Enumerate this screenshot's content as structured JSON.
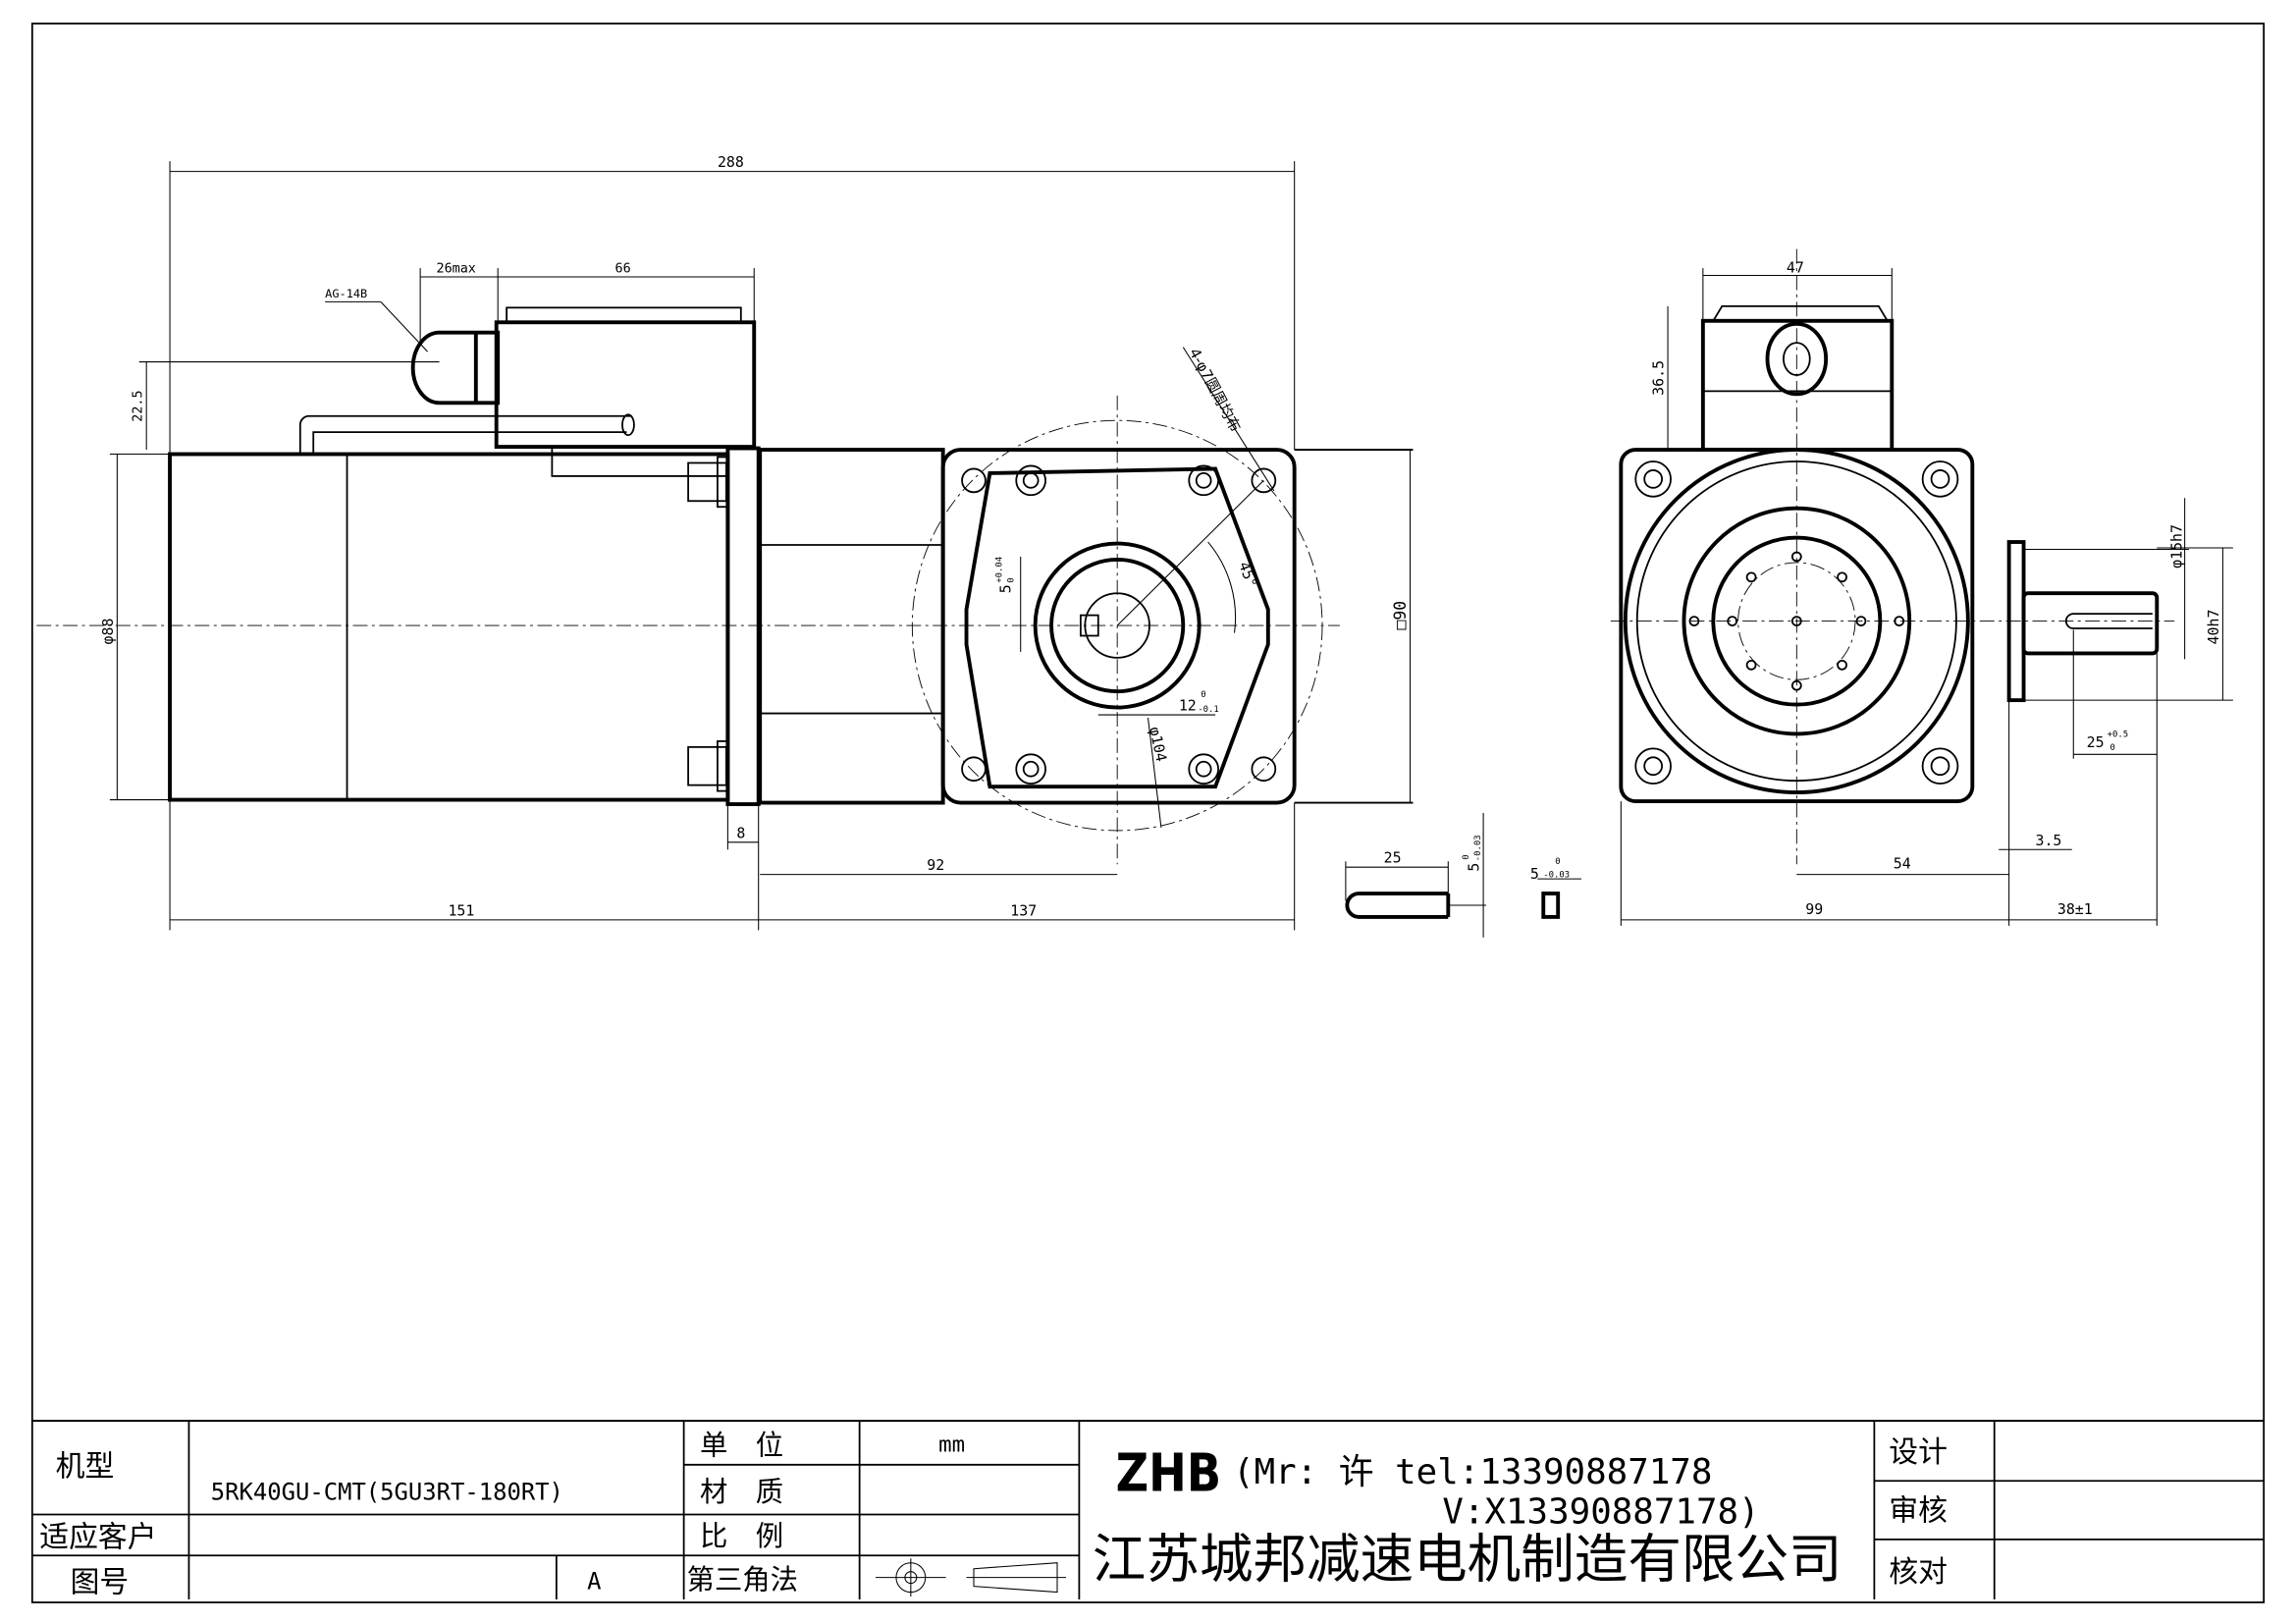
{
  "drawing": {
    "side_view": {
      "dim_overall": "288",
      "dim_gland": "26max",
      "dim_box": "66",
      "gland_label": "AG-14B",
      "dim_box_height": "22.5",
      "dim_motor_dia": "φ88",
      "dim_flange": "8",
      "dim_shaft_pos": "92",
      "dim_motor_len": "151",
      "dim_gear_len": "137"
    },
    "flange_view": {
      "holes_note": "4-φ7圆周均布",
      "angle": "45°",
      "dim_keyway_width": "5",
      "dim_keyway_tol": "+0.04",
      "dim_keyway_tol_low": "0",
      "dim_key_depth": "12",
      "dim_key_depth_tol_high": "0",
      "dim_key_depth_tol_low": "-0.1",
      "dim_pcd": "φ104",
      "dim_square": "□90"
    },
    "key_detail": {
      "dim_length": "25",
      "dim_height": "5",
      "dim_height_tol_high": "0",
      "dim_height_tol_low": "-0.03",
      "dim_width": "5",
      "dim_width_tol_high": "0",
      "dim_width_tol_low": "-0.03"
    },
    "end_view": {
      "dim_box_width": "47",
      "dim_box_height": "36.5",
      "dim_shaft_dia": "φ15h7",
      "dim_pilot": "40h7",
      "dim_key_len": "25",
      "dim_key_len_tol_high": "+0.5",
      "dim_key_len_tol_low": "0",
      "dim_shoulder": "3.5",
      "dim_center": "54",
      "dim_body": "99",
      "dim_shaft_len": "38±1"
    }
  },
  "title_block": {
    "model_label": "机型",
    "model_value": "5RK40GU-CMT(5GU3RT-180RT)",
    "customer_label": "适应客户",
    "customer_value": "",
    "drawing_no_label": "图号",
    "drawing_no_value": "",
    "revision": "A",
    "unit_label": "单　位",
    "unit_value": "mm",
    "material_label": "材　质",
    "material_value": "",
    "scale_label": "比　例",
    "scale_value": "",
    "projection_label": "第三角法",
    "brand": "ZHB",
    "contact_line1": "(Mr: 许 tel:13390887178",
    "contact_line2": "V:X13390887178)",
    "company": "江苏城邦减速电机制造有限公司",
    "design_label": "设计",
    "review_label": "审核",
    "check_label": "核对"
  }
}
